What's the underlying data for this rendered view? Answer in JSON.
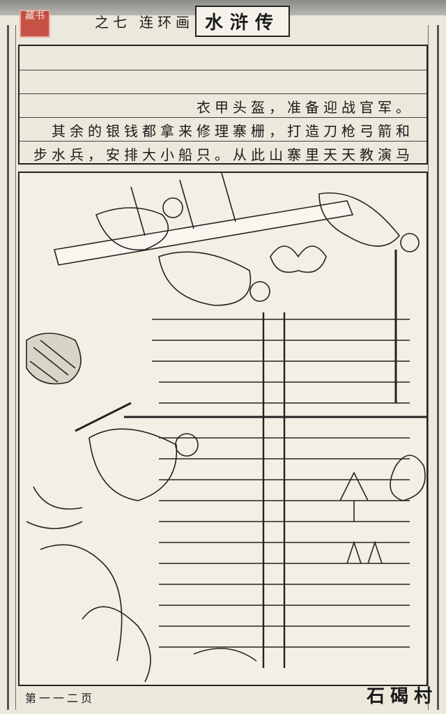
{
  "header": {
    "series_title": "水浒传",
    "edition_label": "连环画",
    "volume_label": "之七"
  },
  "seal": {
    "text": "藏书"
  },
  "caption": {
    "lines": [
      "衣甲头盔，准备迎战官军。",
      "其余的银钱都拿来修理寨栅，打造刀枪弓箭和",
      "步水兵，安排大小船只。从此山寨里天天教演马"
    ]
  },
  "footer": {
    "chapter_title": "石碣村",
    "page_label": "第一一二页"
  }
}
